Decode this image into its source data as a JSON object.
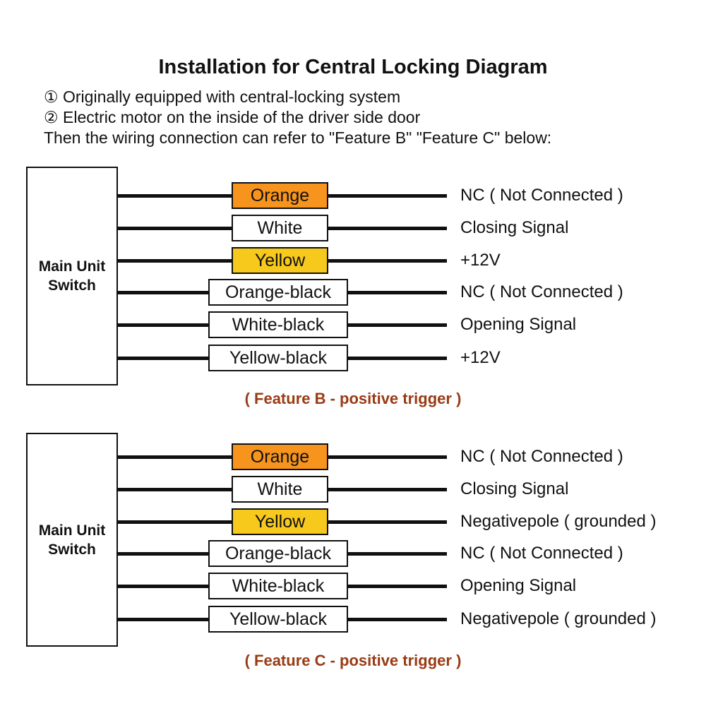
{
  "header": {
    "title": "Installation for Central Locking Diagram",
    "notes": [
      "① Originally equipped with central-locking system",
      "② Electric motor on the inside of the driver side door",
      "Then the wiring connection can refer to \"Feature B\" \"Feature C\" below:"
    ]
  },
  "colors": {
    "orange": "#F7941E",
    "yellow": "#F7C91D",
    "white": "#FFFFFF",
    "wire_black": "#101010",
    "caption_brown": "#993B14"
  },
  "sections": [
    {
      "id": "feature-b",
      "source_label": "Main Unit\nSwitch",
      "caption": "( Feature B - positive trigger )",
      "rows": [
        {
          "wire": "Orange",
          "fill": "#F7941E",
          "desc": "NC ( Not Connected )"
        },
        {
          "wire": "White",
          "fill": "#FFFFFF",
          "desc": "Closing Signal"
        },
        {
          "wire": "Yellow",
          "fill": "#F7C91D",
          "desc": "+12V"
        },
        {
          "wire": "Orange-black",
          "fill": "#FFFFFF",
          "desc": "NC ( Not Connected )"
        },
        {
          "wire": "White-black",
          "fill": "#FFFFFF",
          "desc": "Opening Signal"
        },
        {
          "wire": "Yellow-black",
          "fill": "#FFFFFF",
          "desc": "+12V"
        }
      ]
    },
    {
      "id": "feature-c",
      "source_label": "Main Unit\nSwitch",
      "caption": "( Feature C - positive trigger )",
      "rows": [
        {
          "wire": "Orange",
          "fill": "#F7941E",
          "desc": "NC ( Not Connected )"
        },
        {
          "wire": "White",
          "fill": "#FFFFFF",
          "desc": "Closing Signal"
        },
        {
          "wire": "Yellow",
          "fill": "#F7C91D",
          "desc": "Negativepole ( grounded )"
        },
        {
          "wire": "Orange-black",
          "fill": "#FFFFFF",
          "desc": "NC ( Not Connected )"
        },
        {
          "wire": "White-black",
          "fill": "#FFFFFF",
          "desc": "Opening Signal"
        },
        {
          "wire": "Yellow-black",
          "fill": "#FFFFFF",
          "desc": "Negativepole ( grounded )"
        }
      ]
    }
  ]
}
